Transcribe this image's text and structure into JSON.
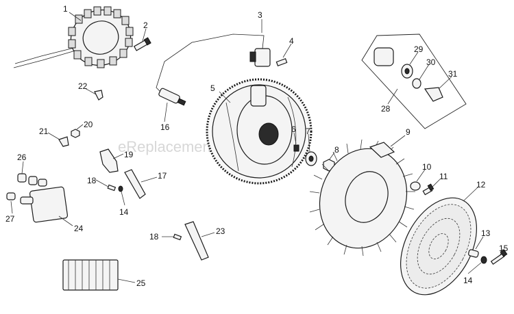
{
  "watermark": "eReplacementParts.com",
  "callouts": {
    "c1": "1",
    "c2": "2",
    "c3": "3",
    "c4": "4",
    "c5": "5",
    "c6": "6",
    "c7": "7",
    "c8": "8",
    "c9": "9",
    "c10": "10",
    "c11": "11",
    "c12": "12",
    "c13": "13",
    "c14a": "14",
    "c14b": "14",
    "c15": "15",
    "c16": "16",
    "c17": "17",
    "c18a": "18",
    "c18b": "18",
    "c19": "19",
    "c20": "20",
    "c21": "21",
    "c22": "22",
    "c23": "23",
    "c24": "24",
    "c25": "25",
    "c26": "26",
    "c27": "27",
    "c28": "28",
    "c29": "29",
    "c30": "30",
    "c31": "31"
  }
}
